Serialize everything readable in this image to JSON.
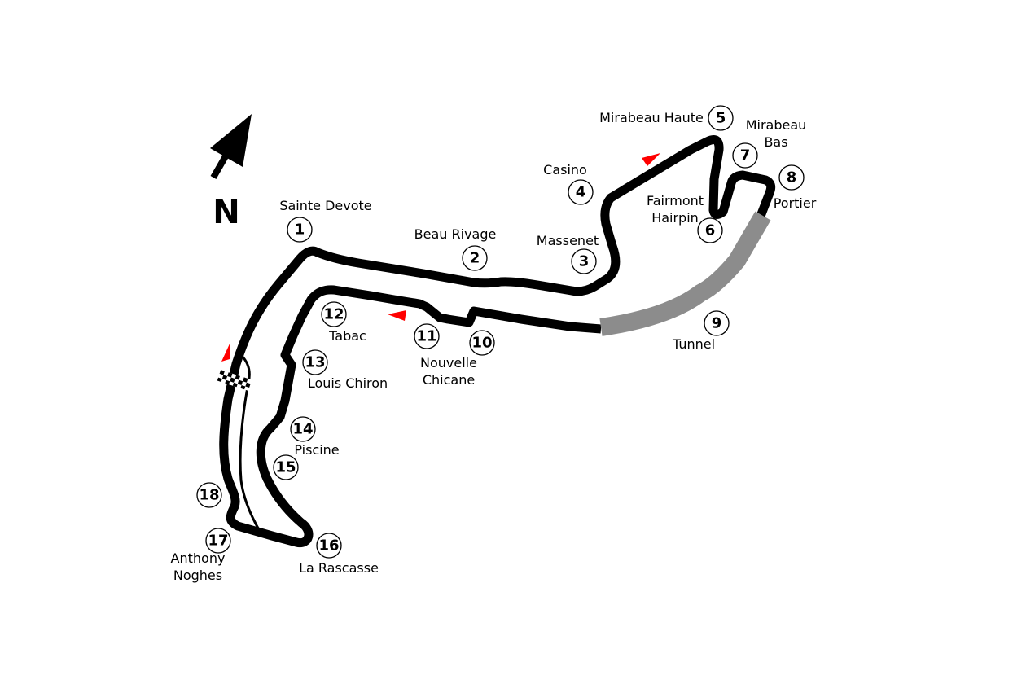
{
  "compass": {
    "north_label": "N"
  },
  "corners": [
    {
      "number": "1",
      "name": "Sainte Devote"
    },
    {
      "number": "2",
      "name": "Beau Rivage"
    },
    {
      "number": "3",
      "name": "Massenet"
    },
    {
      "number": "4",
      "name": "Casino"
    },
    {
      "number": "5",
      "name": "Mirabeau Haute"
    },
    {
      "number": "6",
      "name": "Fairmont Hairpin"
    },
    {
      "number": "7",
      "name": "Mirabeau Bas"
    },
    {
      "number": "8",
      "name": "Portier"
    },
    {
      "number": "9",
      "name": "Tunnel"
    },
    {
      "number": "10",
      "name": "Nouvelle Chicane"
    },
    {
      "number": "11",
      "name": ""
    },
    {
      "number": "12",
      "name": "Tabac"
    },
    {
      "number": "13",
      "name": "Louis Chiron"
    },
    {
      "number": "14",
      "name": "Piscine"
    },
    {
      "number": "15",
      "name": ""
    },
    {
      "number": "16",
      "name": "La Rascasse"
    },
    {
      "number": "17",
      "name": "Anthony Noghes"
    },
    {
      "number": "18",
      "name": ""
    }
  ],
  "colors": {
    "track": "#000000",
    "tunnel": "#8c8c8c",
    "direction_arrow": "#ff0000",
    "pit_lane": "#000000"
  }
}
